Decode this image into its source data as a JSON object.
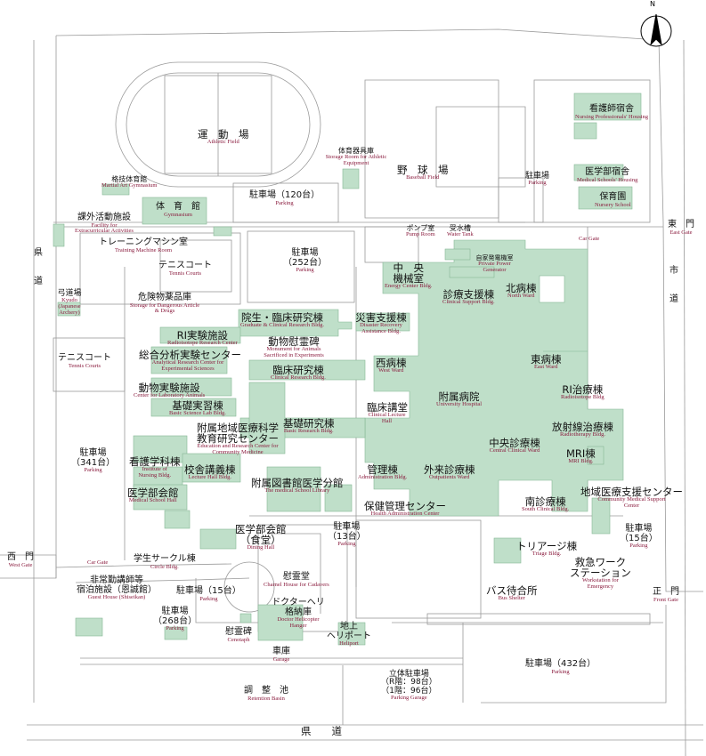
{
  "colors": {
    "building": "#bfdfc9",
    "building_stroke": "#86b795",
    "line": "#9a9a9a",
    "english_text": "#8a1c3e"
  },
  "compass": {
    "label": "N",
    "icon": "north-arrow-icon"
  },
  "labels": {
    "athletic": {
      "jp": "運　動　場",
      "en": "Athletic Field"
    },
    "storage_eq": {
      "jp": "体育器具庫",
      "en": "Storage Room for Athletic Equipment"
    },
    "baseball": {
      "jp": "野　球　場",
      "en": "Baseball Field"
    },
    "nurse_housing": {
      "jp": "看護師宿舎",
      "en": "Nursing Professionals' Housing"
    },
    "med_housing": {
      "jp": "医学部宿舎",
      "en": "Medical Schools' Housing"
    },
    "nursery": {
      "jp": "保育園",
      "en": "Nursery School"
    },
    "parking_ne": {
      "jp": "駐車場",
      "en": "Parking"
    },
    "east_gate": {
      "jp": "東　門",
      "en": "East Gate"
    },
    "car_gate_e": {
      "en": "Car Gate"
    },
    "martial": {
      "jp": "格技体育館",
      "en": "Martial Art Gymnasium"
    },
    "gym": {
      "jp": "体　育　館",
      "en": "Gymnasium"
    },
    "parking120": {
      "jp": "駐車場（120台）",
      "en": "Parking"
    },
    "extra": {
      "jp": "課外活動施設",
      "en": "Facility for Extracurricular Activities"
    },
    "training": {
      "jp": "トレーニングマシン室",
      "en": "Training Machine Room"
    },
    "tennis1": {
      "jp": "テニスコート",
      "en": "Tennis Courts"
    },
    "parking252": {
      "jp": "駐車場\n（252台）",
      "en": "Parking"
    },
    "pump": {
      "jp": "ポンプ室",
      "en": "Pump Room"
    },
    "water": {
      "jp": "受水槽",
      "en": "Water Tank"
    },
    "power": {
      "jp": "自家発電機室",
      "en": "Private Power Generator"
    },
    "energy": {
      "jp": "中　央\n機械室",
      "en": "Energy Center Bldg."
    },
    "clin_support": {
      "jp": "診療支援棟",
      "en": "Clinical Support Bldg."
    },
    "north_ward": {
      "jp": "北病棟",
      "en": "North Ward"
    },
    "prefroad_w": {
      "jp": "県\n\n\n道"
    },
    "cityroad": {
      "jp": "市\n\n\n道"
    },
    "kyudo": {
      "jp": "弓道場",
      "en": "Kyudo (Japanese Archery)"
    },
    "dangerous": {
      "jp": "危険物薬品庫",
      "en": "Storage for Dangerous Article & Drugs"
    },
    "graduate": {
      "jp": "院生・臨床研究棟",
      "en": "Graduate & Clinical Research Bldg."
    },
    "disaster": {
      "jp": "災害支援棟",
      "en": "Disaster Recovery Assistance Bldg."
    },
    "ri_lab": {
      "jp": "RI実験施設",
      "en": "Radioisotope Research Center"
    },
    "monument": {
      "jp": "動物慰霊碑",
      "en": "Monument for Animals Sacrificed in Experiments"
    },
    "analytical": {
      "jp": "総合分析実験センター",
      "en": "Analytical Research Center for Experimental Sciences"
    },
    "tennis2": {
      "jp": "テニスコート",
      "en": "Tennis Courts"
    },
    "west_ward": {
      "jp": "西病棟",
      "en": "West Ward"
    },
    "east_ward": {
      "jp": "東病棟",
      "en": "East Ward"
    },
    "clin_research": {
      "jp": "臨床研究棟",
      "en": "Clinical Research Bldg."
    },
    "animals": {
      "jp": "動物実験施設",
      "en": "Center for Laboratory Animals"
    },
    "ri_therapy": {
      "jp": "RI治療棟",
      "en": "Radioisotope Bldg"
    },
    "hospital": {
      "jp": "附属病院",
      "en": "University Hospital"
    },
    "basic_sci": {
      "jp": "基礎実習棟",
      "en": "Basic Science Lab Bldg."
    },
    "clin_lecture": {
      "jp": "臨床講堂",
      "en": "Clinical Lecture Hall"
    },
    "basic_res": {
      "jp": "基礎研究棟",
      "en": "Basic Research Bldg."
    },
    "radiotherapy": {
      "jp": "放射線治療棟",
      "en": "Radiotherapy Bldg."
    },
    "community_ed": {
      "jp": "附属地域医療科学\n教育研究センター",
      "en": "Education and Research Center for Community Medicine"
    },
    "central_ward": {
      "jp": "中央診療棟",
      "en": "Central Clinical Ward"
    },
    "parking341": {
      "jp": "駐車場\n（341台）",
      "en": "Parking"
    },
    "nursing_bldg": {
      "jp": "看護学科棟",
      "en": "Institute of Nursing Bldg."
    },
    "lecture_hall": {
      "jp": "校舎講義棟",
      "en": "Lecture Hall Bldg."
    },
    "mri": {
      "jp": "MRI棟",
      "en": "MRI Bldg."
    },
    "admin": {
      "jp": "管理棟",
      "en": "Administration Bldg."
    },
    "outpatients": {
      "jp": "外来診療棟",
      "en": "Outpatients Ward"
    },
    "library": {
      "jp": "附属図書館医学分館",
      "en": "The medical School Library"
    },
    "school_hall": {
      "jp": "医学部会館",
      "en": "Medical School Hall"
    },
    "health_admin": {
      "jp": "保健管理センター",
      "en": "Health Administration Center"
    },
    "south_ward": {
      "jp": "南診療棟",
      "en": "South Clinical Bldg."
    },
    "comm_support": {
      "jp": "地域医療支援センター",
      "en": "Community Medical Support Center"
    },
    "parking13": {
      "jp": "駐車場\n（13台）",
      "en": "Parking"
    },
    "parking15e": {
      "jp": "駐車場\n（15台）",
      "en": "Parking"
    },
    "dining": {
      "jp": "医学部会館\n（食堂）",
      "en": "Dining Hall"
    },
    "triage": {
      "jp": "トリアージ棟",
      "en": "Triage Bldg."
    },
    "west_gate": {
      "jp": "西　門",
      "en": "West Gate"
    },
    "car_gate_w": {
      "en": "Car Gate"
    },
    "circle": {
      "jp": "学生サークル棟",
      "en": "Circle Bldg."
    },
    "workstation": {
      "jp": "救急ワーク\nステーション",
      "en": "Workstation for Emergency"
    },
    "guest": {
      "jp": "非常勤講師等\n宿泊施設（恩誠館）",
      "en": "Guest House (Shiseikan)"
    },
    "charnel": {
      "jp": "慰霊堂",
      "en": "Charnel House for Cadavers"
    },
    "parking15w": {
      "jp": "駐車場（15台）",
      "en": "Parking"
    },
    "bus": {
      "jp": "バス待合所",
      "en": "Bus Shelter"
    },
    "front_gate": {
      "jp": "正　門",
      "en": "Front Gate"
    },
    "parking268": {
      "jp": "駐車場\n（268台）",
      "en": "Parking"
    },
    "heli_hangar": {
      "jp": "ドクターヘリ\n格納庫",
      "en": "Doctor Helicopter Hanger"
    },
    "heliport": {
      "jp": "地上\nヘリポート",
      "en": "Heliport"
    },
    "cenotaph": {
      "jp": "慰霊碑",
      "en": "Cenotaph"
    },
    "garage": {
      "jp": "車庫",
      "en": "Garage"
    },
    "parking432": {
      "jp": "駐車場（432台）",
      "en": "Parking"
    },
    "retention": {
      "jp": "調　整　池",
      "en": "Retention Basin"
    },
    "garage_multi": {
      "jp": "立体駐車場\n（R階：98台）\n（1階：96台）",
      "en": "Parking Garage"
    },
    "prefroad_s": {
      "jp": "県　　道"
    }
  }
}
